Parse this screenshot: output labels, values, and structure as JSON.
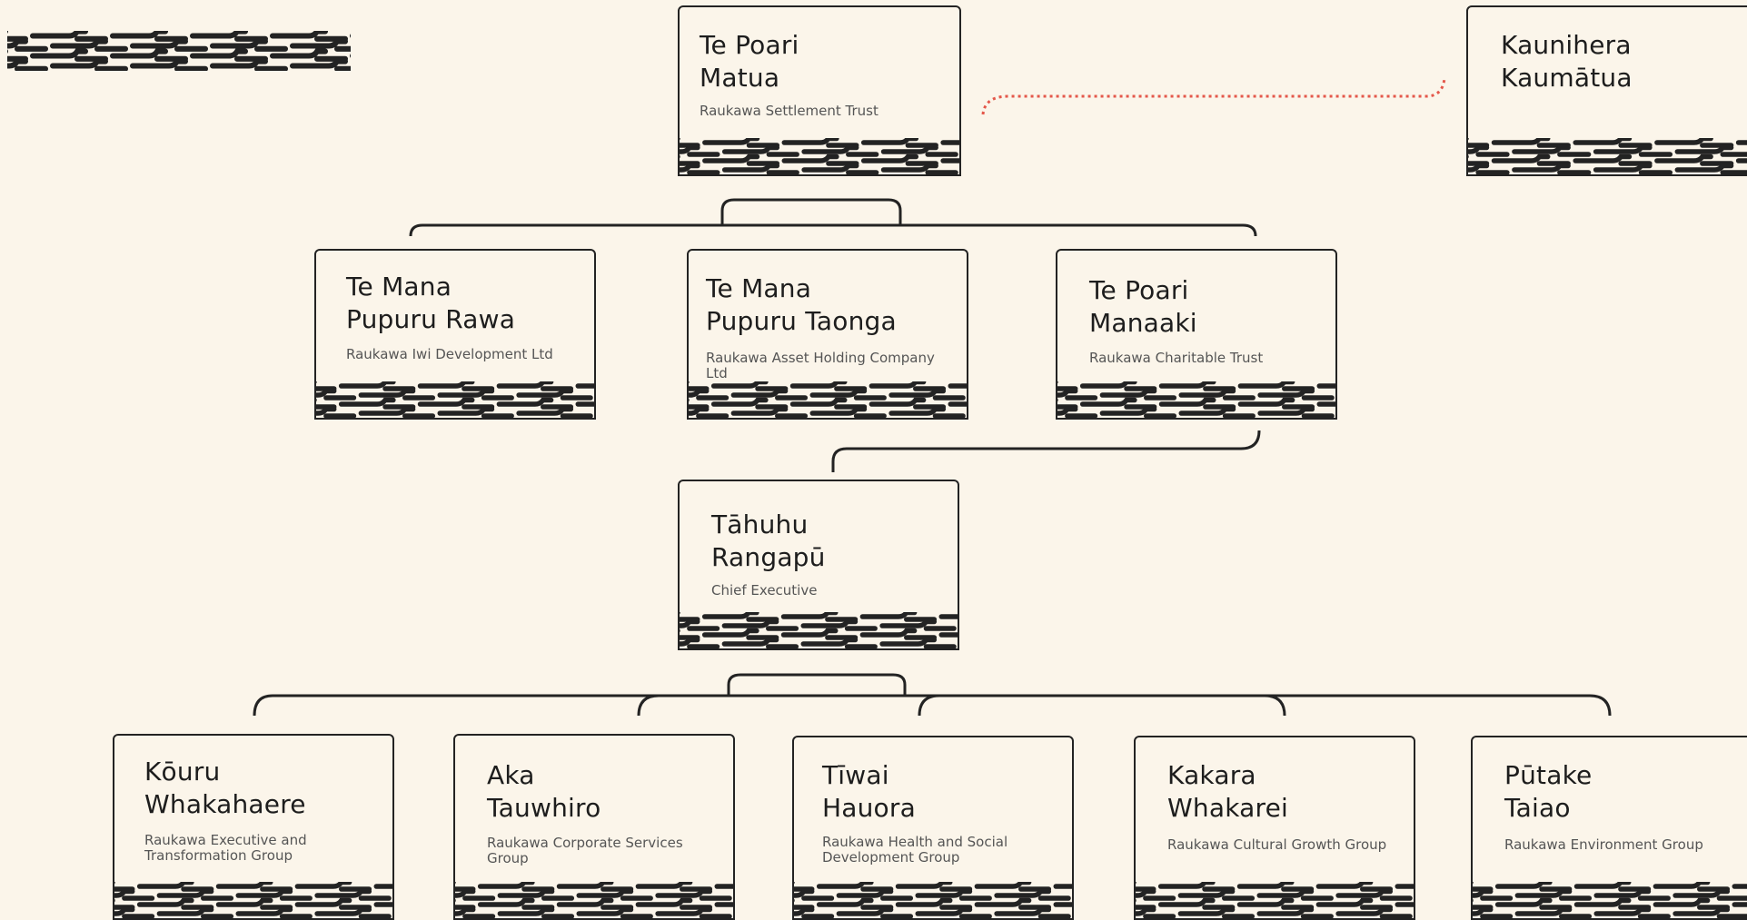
{
  "colors": {
    "background": "#FBF5EA",
    "ink": "#232323",
    "dotted_link": "#E4574A"
  },
  "cards": {
    "matua": {
      "title": "Te Poari\nMatua",
      "subtitle": "Raukawa Settlement Trust"
    },
    "kaumatua": {
      "title": "Kaunihera\nKaumātua",
      "subtitle": ""
    },
    "rawa": {
      "title": "Te Mana\nPupuru Rawa",
      "subtitle": "Raukawa Iwi Development Ltd"
    },
    "taonga": {
      "title": "Te Mana\nPupuru Taonga",
      "subtitle": "Raukawa Asset Holding Company Ltd"
    },
    "manaaki": {
      "title": "Te Poari\nManaaki",
      "subtitle": "Raukawa Charitable Trust"
    },
    "tahuhu": {
      "title": "Tāhuhu\nRangapū",
      "subtitle": "Chief Executive"
    },
    "kouru": {
      "title": "Kōuru\nWhakahaere",
      "subtitle": "Raukawa Executive and Transformation Group"
    },
    "aka": {
      "title": "Aka\nTauwhiro",
      "subtitle": "Raukawa Corporate Services Group"
    },
    "tiwai": {
      "title": "Tīwai\nHauora",
      "subtitle": "Raukawa Health and Social Development Group"
    },
    "kakara": {
      "title": "Kakara\nWhakarei",
      "subtitle": "Raukawa Cultural Growth Group"
    },
    "putake": {
      "title": "Pūtake\nTaiao",
      "subtitle": "Raukawa Environment Group"
    }
  }
}
